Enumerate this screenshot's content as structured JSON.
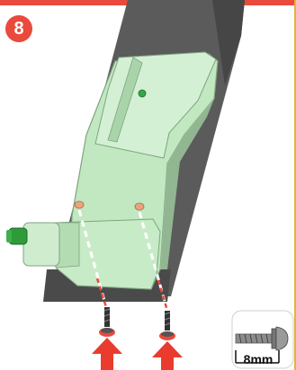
{
  "step": {
    "number": "8"
  },
  "screw_detail": {
    "size_label": "8mm"
  },
  "colors": {
    "accent_red": "#e94a3c",
    "accent_yellow": "#e8b23a",
    "bracket_green": "#bfe6bf",
    "rail_dark": "#5a5a5a",
    "knob_green": "#2f9a3a"
  },
  "icons": [
    "step-badge",
    "bracket-part",
    "rail-bar",
    "knob",
    "screw",
    "arrow-up",
    "screw-closeup"
  ]
}
